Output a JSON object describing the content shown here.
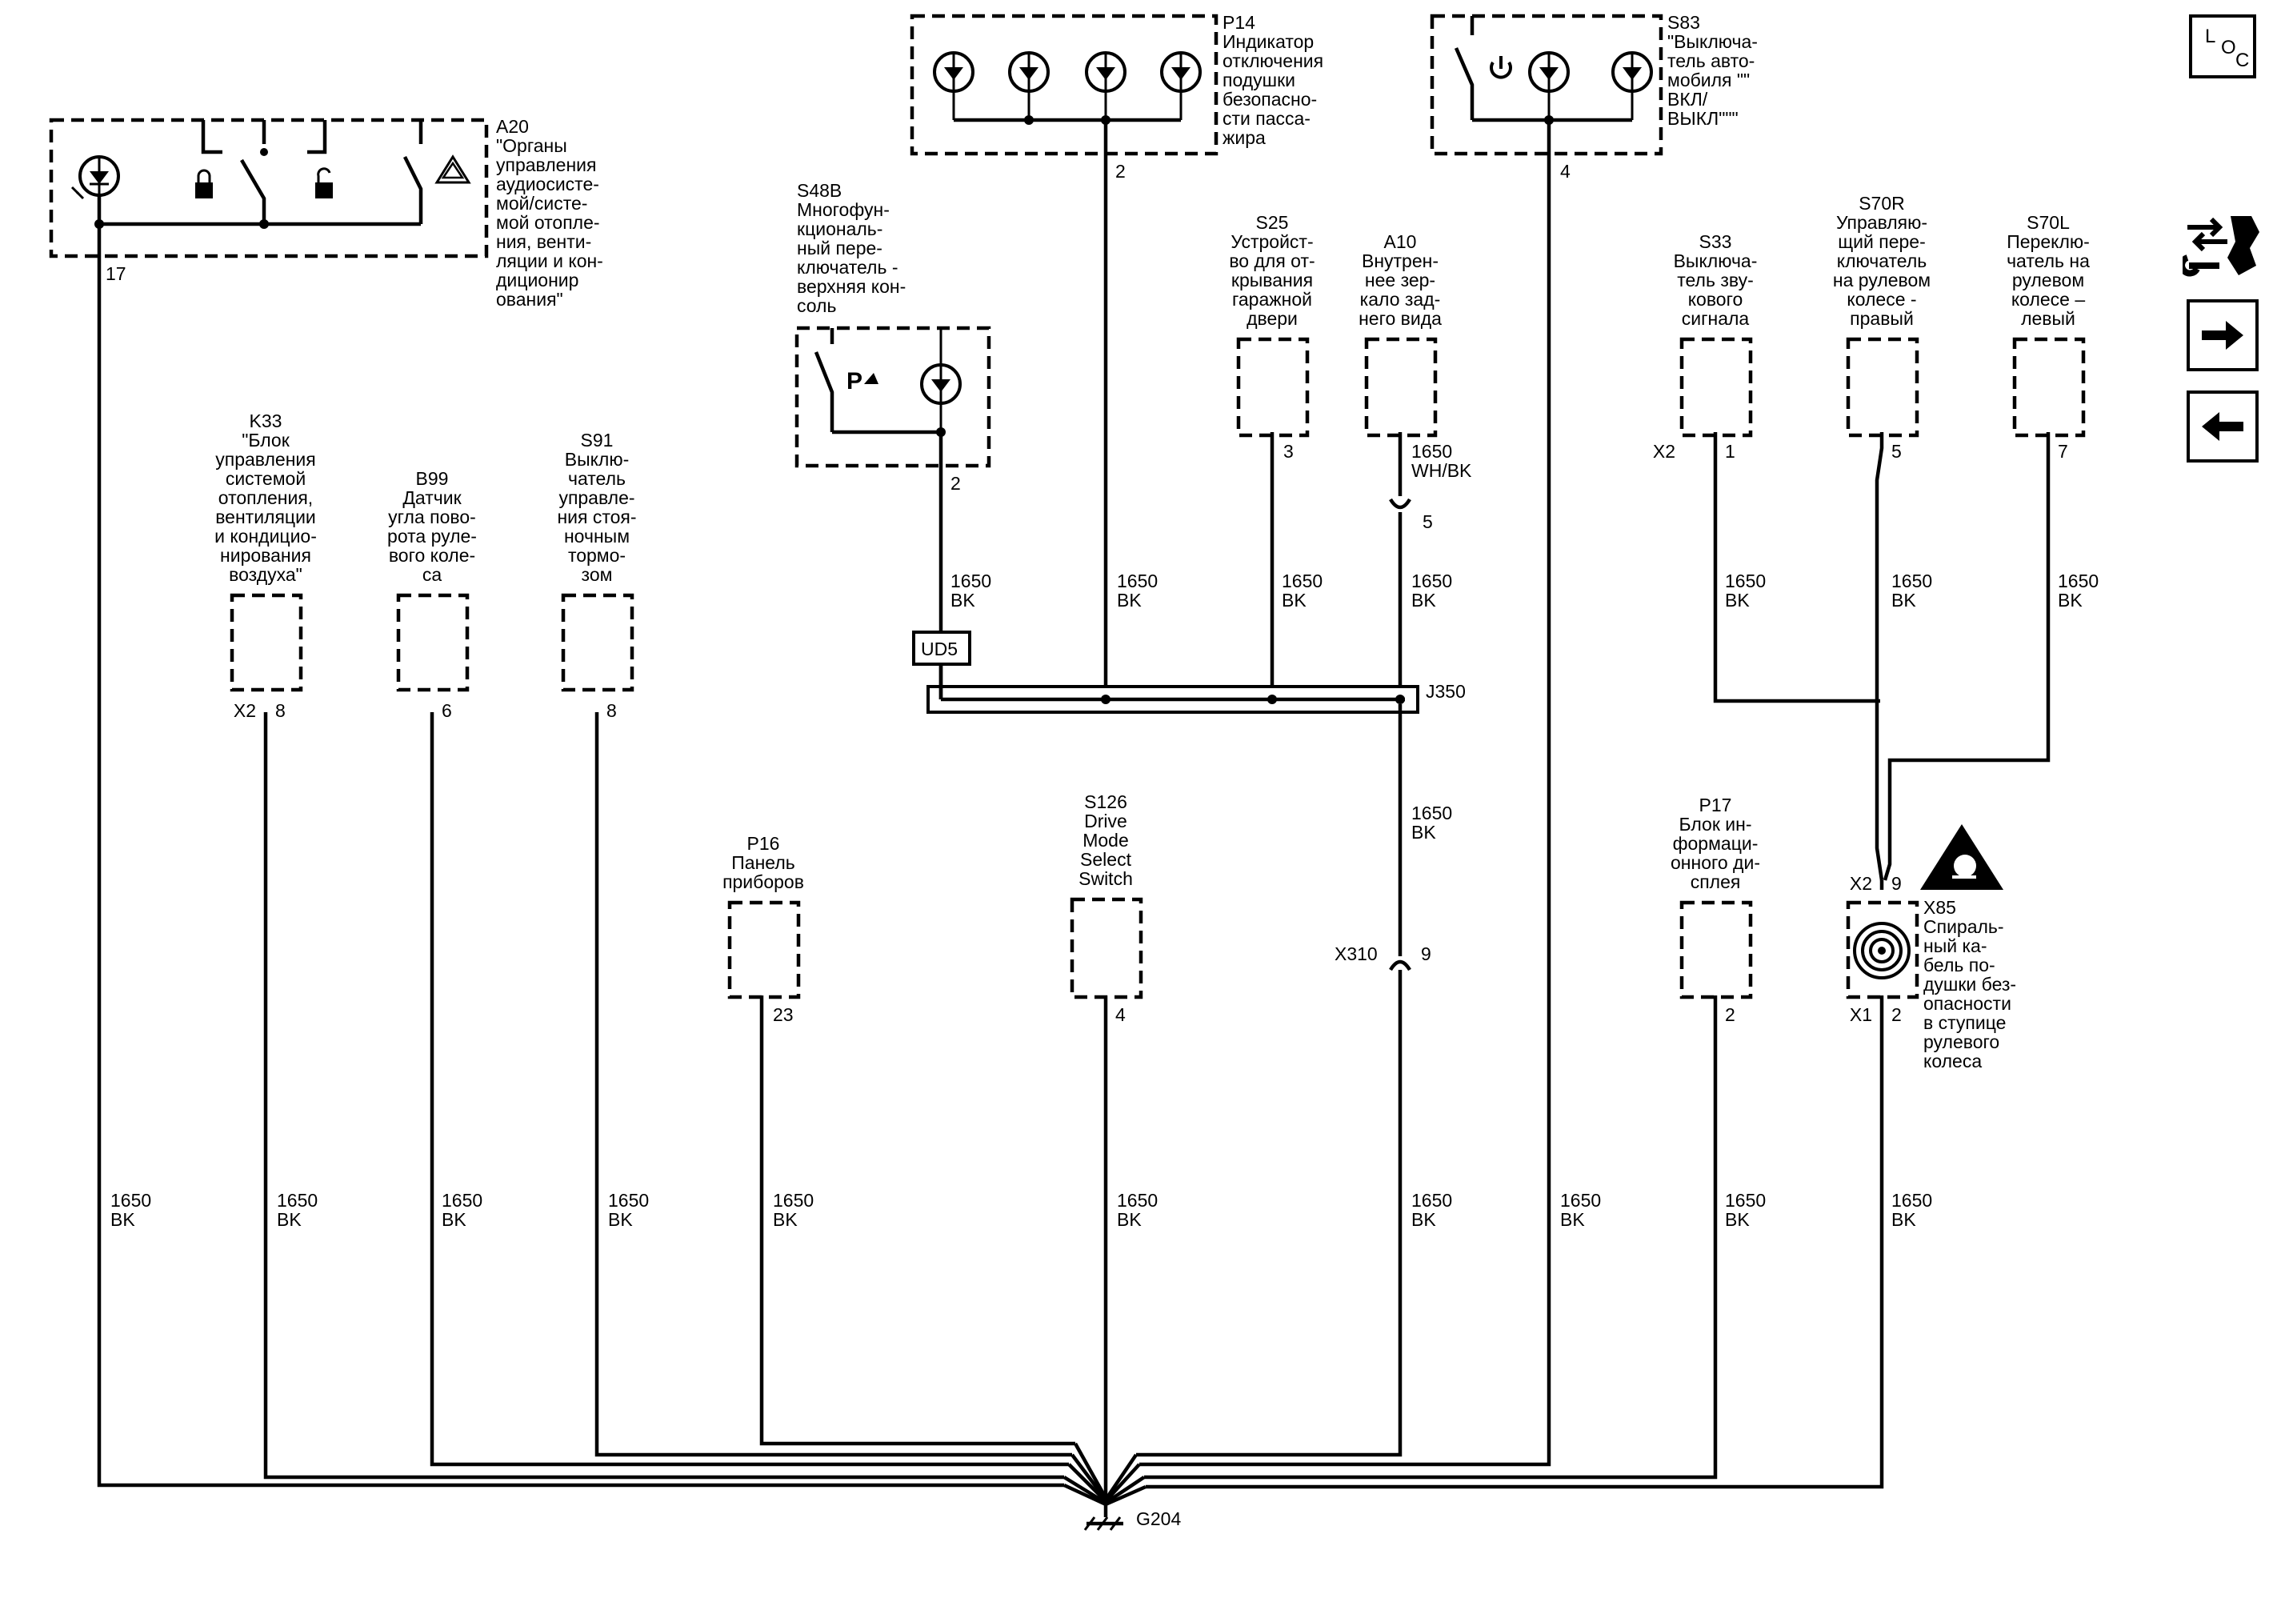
{
  "nav": {
    "loc_l": "L",
    "loc_o": "O",
    "loc_c": "C"
  },
  "components": {
    "a20": {
      "ref": "A20",
      "lines": [
        "\"Органы",
        "управления",
        "аудиосисте-",
        "мой/систе-",
        "мой отопле-",
        "ния, венти-",
        "ляции и кон-",
        "диционир",
        "ования\""
      ]
    },
    "p14": {
      "ref": "P14",
      "lines": [
        "Индикатор",
        "отключения",
        "подушки",
        "безопасно-",
        "сти пасса-",
        "жира"
      ]
    },
    "s83": {
      "ref": "S83",
      "lines": [
        "\"Выключа-",
        "тель авто-",
        "мобиля \"\"",
        "ВКЛ/",
        "ВЫКЛ\"\"\""
      ]
    },
    "s48b": {
      "ref": "S48B",
      "lines": [
        "Многофун-",
        "кциональ-",
        "ный пере-",
        "ключатель -",
        "верхняя кон-",
        "соль"
      ]
    },
    "s25": {
      "ref": "S25",
      "lines": [
        "Устройст-",
        "во для от-",
        "крывания",
        "гаражной",
        "двери"
      ]
    },
    "a10": {
      "ref": "A10",
      "lines": [
        "Внутрен-",
        "нее зер-",
        "кало зад-",
        "него вида"
      ]
    },
    "s33": {
      "ref": "S33",
      "lines": [
        "Выключа-",
        "тель зву-",
        "кового",
        "сигнала"
      ]
    },
    "s70r": {
      "ref": "S70R",
      "lines": [
        "Управляю-",
        "щий пере-",
        "ключатель",
        "на рулевом",
        "колесе -",
        "правый"
      ]
    },
    "s70l": {
      "ref": "S70L",
      "lines": [
        "Переклю-",
        "чатель на",
        "рулевом",
        "колесе –",
        "левый"
      ]
    },
    "k33": {
      "ref": "K33",
      "lines": [
        "\"Блок",
        "управления",
        "системой",
        "отопления,",
        "вентиляции",
        "и кондицио-",
        "нирования",
        "воздуха\""
      ]
    },
    "b99": {
      "ref": "B99",
      "lines": [
        "Датчик",
        "угла пово-",
        "рота руле-",
        "вого коле-",
        "са"
      ]
    },
    "s91": {
      "ref": "S91",
      "lines": [
        "Выклю-",
        "чатель",
        "управле-",
        "ния стоя-",
        "ночным",
        "тормо-",
        "зом"
      ]
    },
    "p16": {
      "ref": "P16",
      "lines": [
        "Панель",
        "приборов"
      ]
    },
    "s126": {
      "ref": "S126",
      "lines": [
        "Drive",
        "Mode",
        "Select",
        "Switch"
      ]
    },
    "p17": {
      "ref": "P17",
      "lines": [
        "Блок ин-",
        "формаци-",
        "онного ди-",
        "сплея"
      ]
    },
    "x85": {
      "ref": "X85",
      "lines": [
        "Спираль-",
        "ный ка-",
        "бель по-",
        "душки без-",
        "опасности",
        "в ступице",
        "рулевого",
        "колеса"
      ]
    }
  },
  "pins": {
    "a20": "17",
    "p14": "2",
    "s83": "4",
    "s48b": "2",
    "s25": "3",
    "a10": "1650",
    "a10_color": "WH/BK",
    "a10_conn_pin": "5",
    "s33_conn": "X2",
    "s33": "1",
    "s70r": "5",
    "s70l": "7",
    "k33_conn": "X2",
    "k33": "8",
    "b99": "6",
    "s91": "8",
    "p16": "23",
    "s126": "4",
    "p17": "2",
    "x85_top_conn": "X2",
    "x85_top": "9",
    "x85_bot_conn": "X1",
    "x85_bot": "2",
    "x310": "X310",
    "x310_pin": "9"
  },
  "wire": {
    "gauge": "1650",
    "color": "BK"
  },
  "splices": {
    "j350": "J350",
    "ud5": "UD5",
    "ground": "G204"
  }
}
